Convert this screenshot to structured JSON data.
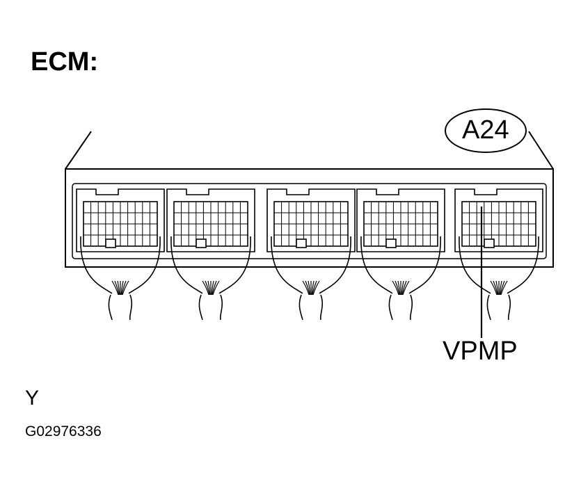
{
  "diagram": {
    "title": "ECM:",
    "connector_id": "A24",
    "pin_label": "VPMP",
    "wire_color": "Y",
    "figure_code": "G02976336",
    "connector_count": 5,
    "highlighted_connector": 5,
    "line_color": "#000000",
    "background_color": "#ffffff"
  }
}
